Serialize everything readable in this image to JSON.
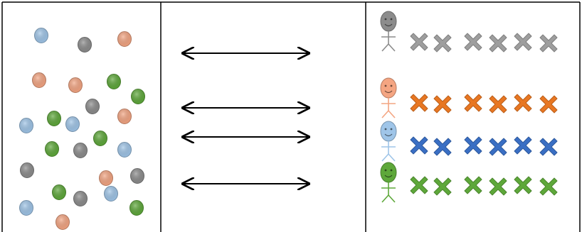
{
  "colors": {
    "gray": "#8c8c8c",
    "orange": "#f4a582",
    "blue": "#9fc5e8",
    "green": "#5ea83a",
    "gray_x": "#9e9e9e",
    "orange_x": "#e87722",
    "blue_x": "#3a6fc4",
    "green_x": "#5ea83a",
    "border": "#000000",
    "arrow": "#000000"
  },
  "left_panel": {
    "ball_colors": [
      "blue",
      "gray",
      "orange",
      "orange",
      "orange",
      "green",
      "green",
      "gray",
      "orange",
      "blue",
      "green",
      "blue",
      "green",
      "green",
      "gray",
      "blue",
      "gray",
      "orange",
      "gray",
      "green",
      "gray",
      "blue",
      "blue",
      "green",
      "orange"
    ]
  },
  "middle_panel": {
    "arrow_count": 4
  },
  "right_panel": {
    "rows": [
      {
        "person_color": "gray",
        "mark_color": "gray_x",
        "mark_count": 6
      },
      {
        "person_color": "orange",
        "mark_color": "orange_x",
        "mark_count": 6
      },
      {
        "person_color": "blue",
        "mark_color": "blue_x",
        "mark_count": 6
      },
      {
        "person_color": "green",
        "mark_color": "green_x",
        "mark_count": 6
      }
    ]
  }
}
